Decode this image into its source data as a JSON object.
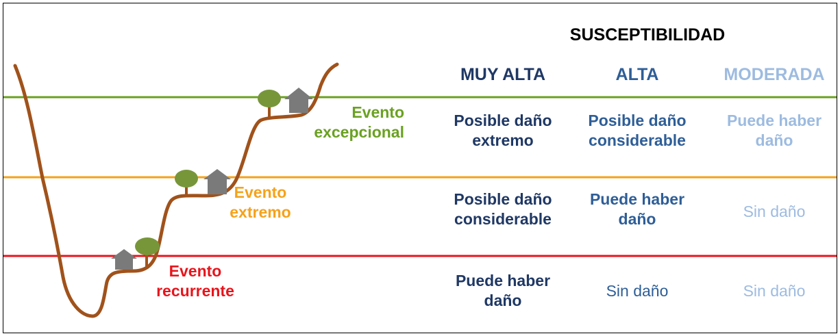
{
  "title": "SUSCEPTIBILIDAD",
  "columns": [
    {
      "label": "MUY ALTA",
      "color": "#1f3864"
    },
    {
      "label": "ALTA",
      "color": "#2e5e97"
    },
    {
      "label": "MODERADA",
      "color": "#9dbbe0"
    }
  ],
  "events": [
    {
      "line1": "Evento",
      "line2": "excepcional",
      "color": "#6aa121"
    },
    {
      "line1": "Evento",
      "line2": "extremo",
      "color": "#f5a21b"
    },
    {
      "line1": "Evento",
      "line2": "recurrente",
      "color": "#e8141c"
    }
  ],
  "rows": [
    [
      {
        "line1": "Posible daño",
        "line2": "extremo"
      },
      {
        "line1": "Posible daño",
        "line2": "considerable"
      },
      {
        "line1": "Puede haber",
        "line2": "daño"
      }
    ],
    [
      {
        "line1": "Posible daño",
        "line2": "considerable"
      },
      {
        "line1": "Puede haber",
        "line2": "daño"
      },
      {
        "line1": "Sin daño",
        "line2": ""
      }
    ],
    [
      {
        "line1": "Puede haber",
        "line2": "daño"
      },
      {
        "line1": "Sin daño",
        "line2": ""
      },
      {
        "line1": "Sin daño",
        "line2": ""
      }
    ]
  ],
  "colors": {
    "terrain": "#a0521b",
    "tree": "#77963a",
    "house": "#7a7a7a"
  },
  "icons": [
    "house-icon",
    "tree-icon"
  ]
}
